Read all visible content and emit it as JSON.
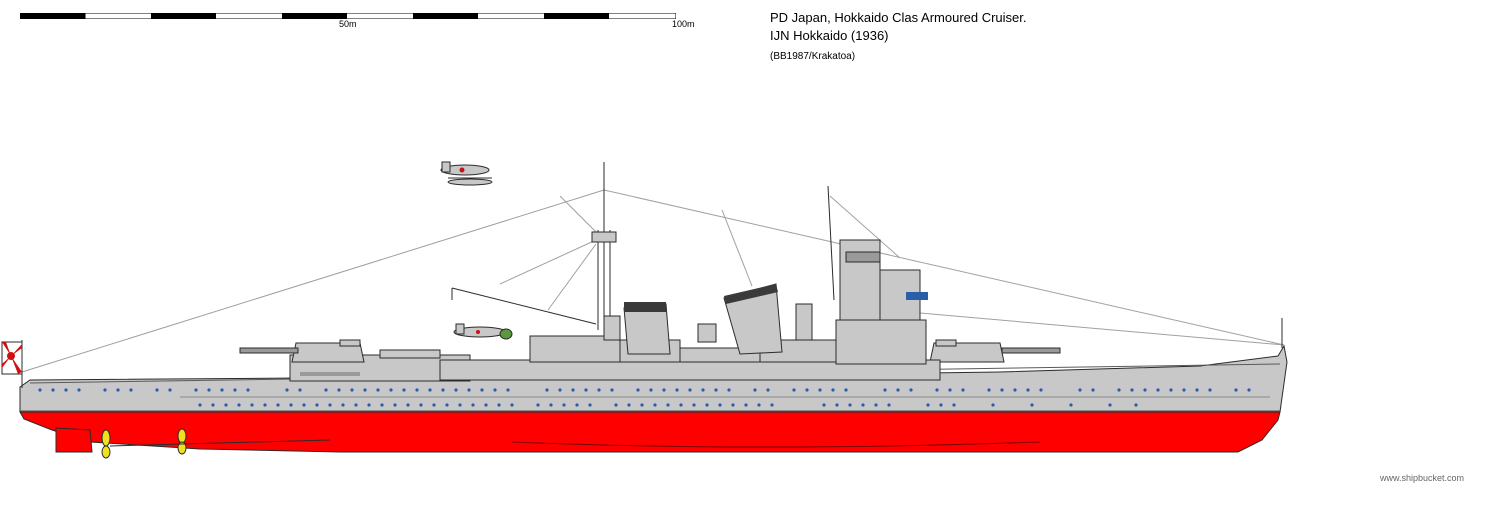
{
  "scale": {
    "label_50": "50m",
    "label_100": "100m"
  },
  "title": {
    "line1": "PD Japan, Hokkaido Clas Armoured Cruiser.",
    "line2": "IJN Hokkaido (1936)",
    "line3": "(BB1987/Krakatoa)"
  },
  "watermark": "www.shipbucket.com",
  "colors": {
    "hull_grey": "#c8c8c8",
    "waterline_red": "#ff0000",
    "outline": "#2b2b2b",
    "porthole_blue": "#2a5ea8",
    "propeller_yellow": "#f0e020"
  }
}
